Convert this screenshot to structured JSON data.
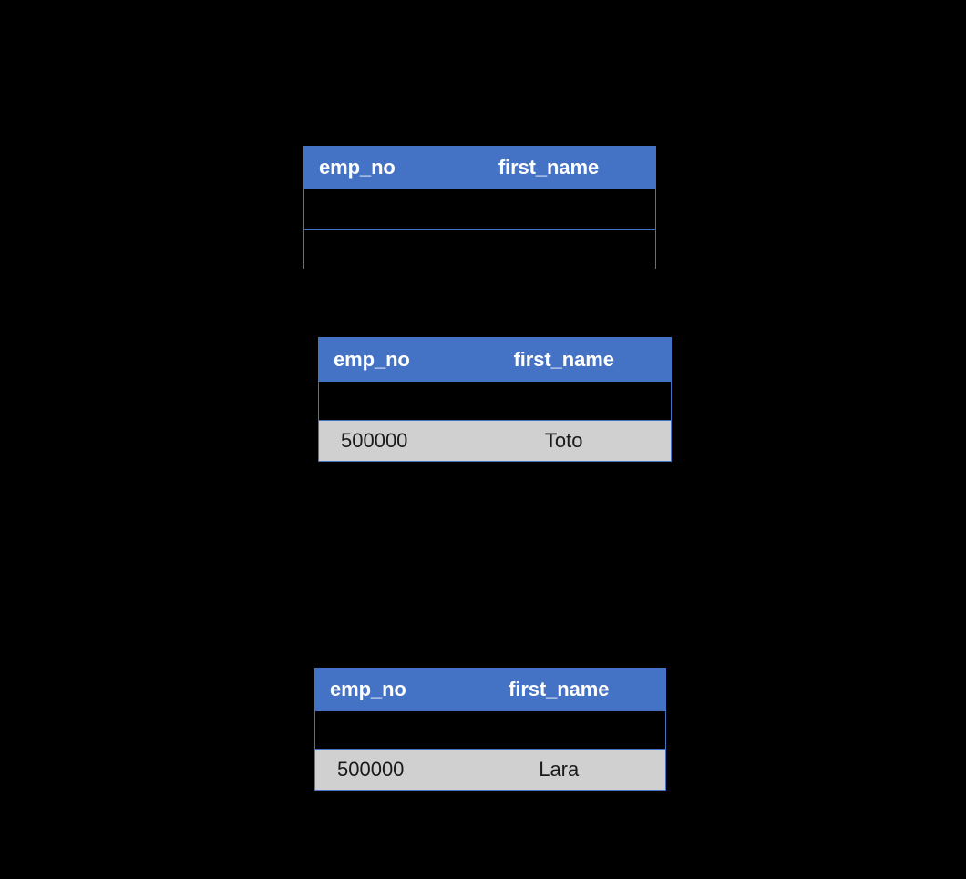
{
  "background_color": "#000000",
  "theme": {
    "header_fill": "#4472C4",
    "header_text": "#FFFFFF",
    "border_color": "#4472C4",
    "data_row_fill": "#D0D0D0",
    "data_row_text": "#1A1A1A",
    "empty_row_fill": "#000000"
  },
  "tables": [
    {
      "name": "result-table-1",
      "columns": [
        "emp_no",
        "first_name"
      ],
      "rows": [
        {
          "type": "empty",
          "emp_no": "",
          "first_name": ""
        },
        {
          "type": "empty",
          "emp_no": "",
          "first_name": ""
        }
      ]
    },
    {
      "name": "result-table-2",
      "columns": [
        "emp_no",
        "first_name"
      ],
      "rows": [
        {
          "type": "empty",
          "emp_no": "",
          "first_name": ""
        },
        {
          "type": "data",
          "emp_no": "500000",
          "first_name": "Toto"
        }
      ]
    },
    {
      "name": "result-table-3",
      "columns": [
        "emp_no",
        "first_name"
      ],
      "rows": [
        {
          "type": "empty",
          "emp_no": "",
          "first_name": ""
        },
        {
          "type": "data",
          "emp_no": "500000",
          "first_name": "Lara"
        }
      ]
    }
  ]
}
